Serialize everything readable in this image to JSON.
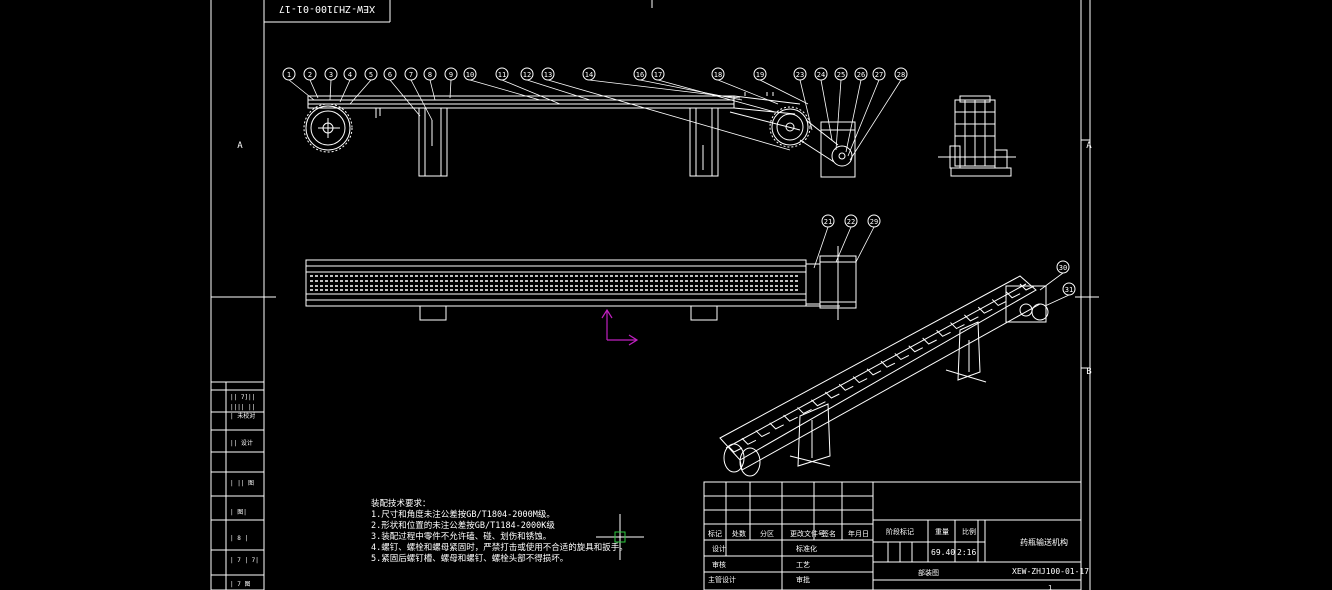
{
  "drawing": {
    "code_stamp_top": "XEW-ZHJ100-01-17",
    "zone_labels": {
      "left_a": "A",
      "right_a": "A",
      "right_b": "B"
    },
    "balloons_side_view": [
      "1",
      "2",
      "3",
      "4",
      "5",
      "6",
      "7",
      "8",
      "9",
      "10",
      "11",
      "12",
      "13",
      "14",
      "16",
      "17",
      "18",
      "19",
      "23",
      "24",
      "25",
      "26",
      "27",
      "28"
    ],
    "balloons_top_view": [
      "21",
      "22",
      "29"
    ],
    "balloons_iso_view": [
      "30",
      "31"
    ],
    "left_strip_labels": [
      "|| 7]||",
      "|||| ||",
      "| 未校对",
      "|| 设计",
      "| || 图",
      "| 图|",
      "| 8 |",
      "| 7 | 7|",
      "| 7 图"
    ],
    "technical_requirements": {
      "heading": "装配技术要求：",
      "lines": [
        "1.尺寸和角度未注公差按GB/T1804-2000M级。",
        "2.形状和位置的未注公差按GB/T1184-2000K级",
        "3.装配过程中零件不允许磕、碰、划伤和锈蚀。",
        "4.螺钉、螺栓和螺母紧固时，严禁打击或使用不合适的旋具和扳手。",
        "5.紧固后螺钉槽、螺母和螺钉、螺栓头部不得损坏。"
      ]
    },
    "title_block": {
      "rev_headers": [
        "标记",
        "处数",
        "分区",
        "更改文件号",
        "签名",
        "年月日"
      ],
      "role_rows": [
        {
          "role": "设计",
          "right": "标准化"
        },
        {
          "role": "审核",
          "right": "工艺"
        },
        {
          "role": "主管设计",
          "right": "审批"
        }
      ],
      "stage_label": "阶段标记",
      "weight_label": "重量",
      "scale_label": "比例",
      "weight_value": "69.40",
      "scale_value": "2:16",
      "drawing_title": "药瓶输送机构",
      "drawing_number": "XEW-ZHJ100-01-17",
      "bottom_label": "部装图",
      "sheet_number": "1"
    }
  }
}
